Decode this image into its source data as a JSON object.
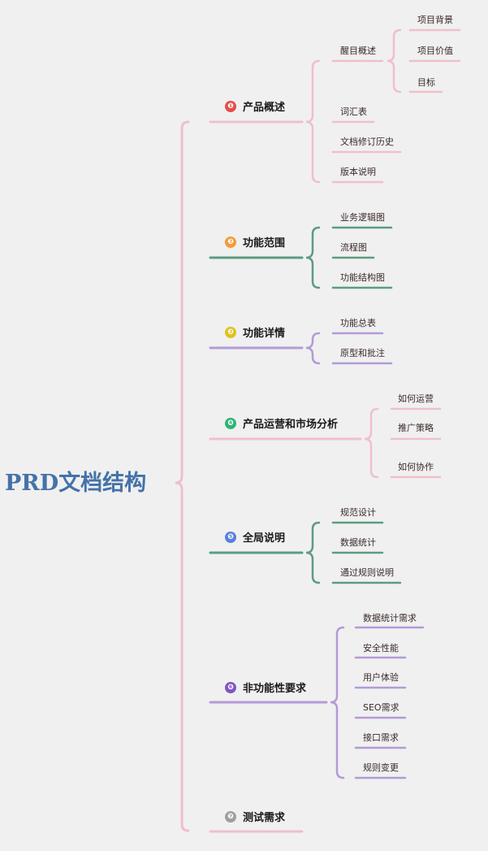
{
  "root": {
    "title": "PRD文档结构"
  },
  "colors": {
    "root": "#4472a8",
    "pink": "#f0bfcb",
    "green": "#5c9c80",
    "purple": "#b49ad8"
  },
  "branches": [
    {
      "num": "❶",
      "badge_color": "#e64b4b",
      "label": "产品概述",
      "line": "pink",
      "children": [
        {
          "label": "醒目概述",
          "children": [
            "项目背景",
            "项目价值",
            "目标"
          ]
        },
        {
          "label": "词汇表"
        },
        {
          "label": "文档修订历史"
        },
        {
          "label": "版本说明"
        }
      ]
    },
    {
      "num": "❷",
      "badge_color": "#f29b3c",
      "label": "功能范围",
      "line": "green",
      "children": [
        {
          "label": "业务逻辑图"
        },
        {
          "label": "流程图"
        },
        {
          "label": "功能结构图"
        }
      ]
    },
    {
      "num": "❸",
      "badge_color": "#e0c21e",
      "label": "功能详情",
      "line": "purple",
      "children": [
        {
          "label": "功能总表"
        },
        {
          "label": "原型和批注"
        }
      ]
    },
    {
      "num": "❹",
      "badge_color": "#2bb673",
      "label": "产品运营和市场分析",
      "line": "pink",
      "children": [
        {
          "label": "如何运营"
        },
        {
          "label": "推广策略"
        },
        {
          "label": "如何协作"
        }
      ]
    },
    {
      "num": "❺",
      "badge_color": "#5a7fe0",
      "label": "全局说明",
      "line": "green",
      "children": [
        {
          "label": "规范设计"
        },
        {
          "label": "数据统计"
        },
        {
          "label": "通过规则说明"
        }
      ]
    },
    {
      "num": "❻",
      "badge_color": "#7e57c2",
      "label": "非功能性要求",
      "line": "purple",
      "children": [
        {
          "label": "数据统计需求"
        },
        {
          "label": "安全性能"
        },
        {
          "label": "用户体验"
        },
        {
          "label": "SEO需求"
        },
        {
          "label": "接口需求"
        },
        {
          "label": "规则变更"
        }
      ]
    },
    {
      "num": "❼",
      "badge_color": "#9e9e9e",
      "label": "测试需求",
      "line": "pink",
      "children": []
    }
  ]
}
